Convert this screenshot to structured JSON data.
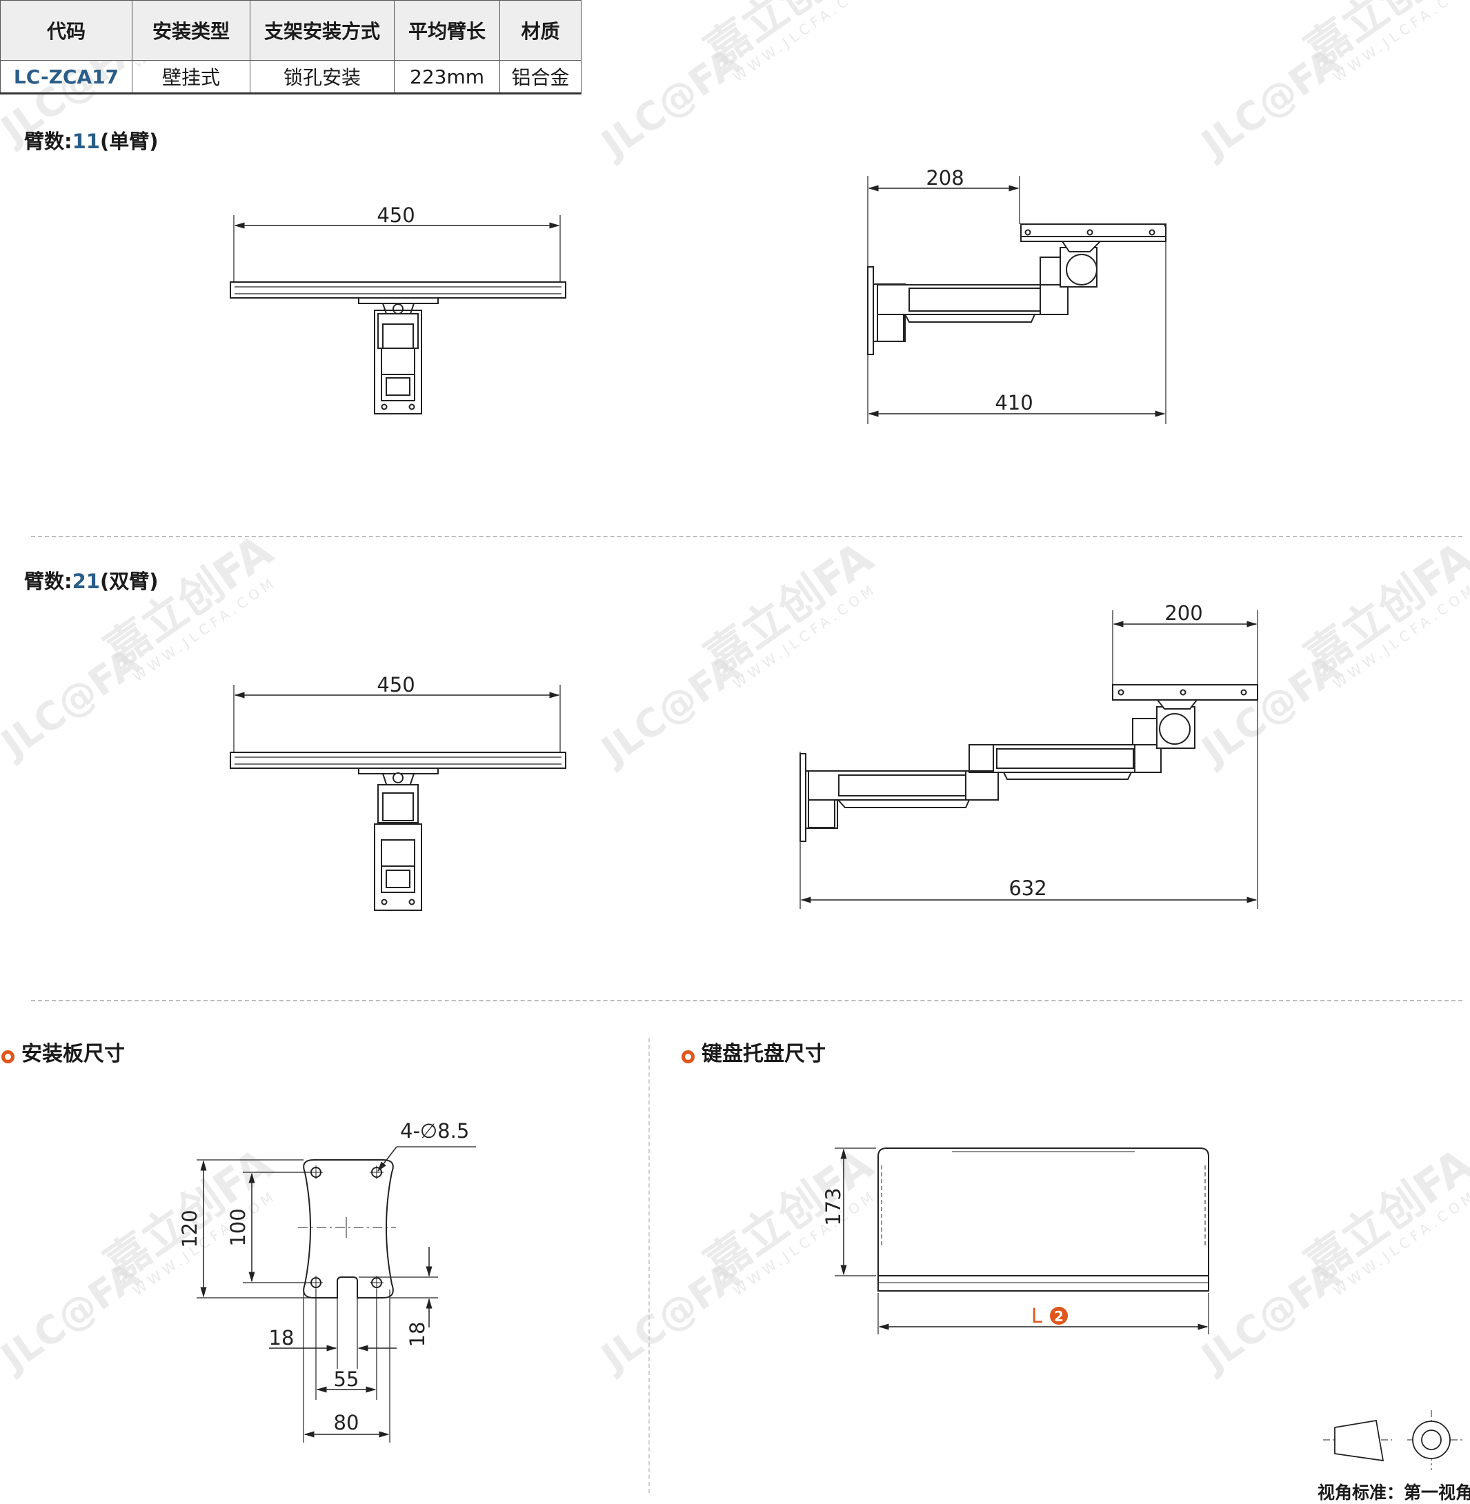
{
  "table": {
    "headers": [
      "代码",
      "安装类型",
      "支架安装方式",
      "平均臂长",
      "材质"
    ],
    "row": [
      "LC-ZCA17",
      "壁挂式",
      "锁孔安装",
      "223mm",
      "铝合金"
    ]
  },
  "section1": {
    "prefix": "臂数:",
    "num": "11",
    "suffix": "(单臂)"
  },
  "section2": {
    "prefix": "臂数:",
    "num": "21",
    "suffix": "(双臂)"
  },
  "dims": {
    "s1_front_width": "450",
    "s1_side_top": "208",
    "s1_side_bottom": "410",
    "s2_front_width": "450",
    "s2_side_top": "200",
    "s2_side_bottom": "632",
    "plate_holes": "4-∅8.5",
    "plate_h120": "120",
    "plate_h100": "100",
    "plate_18_left": "18",
    "plate_18_right": "18",
    "plate_55": "55",
    "plate_80": "80",
    "tray_173": "173",
    "tray_L": "L",
    "tray_L_badge": "2"
  },
  "titles": {
    "plate": "安装板尺寸",
    "tray": "键盘托盘尺寸"
  },
  "footer": "视角标准：第一视角",
  "watermark": {
    "logo": "JLC@FA",
    "brand": "嘉立创FA",
    "url": "WWW.JLCFA.COM"
  },
  "colors": {
    "accent": "#e0561b",
    "code": "#2a5d87"
  }
}
